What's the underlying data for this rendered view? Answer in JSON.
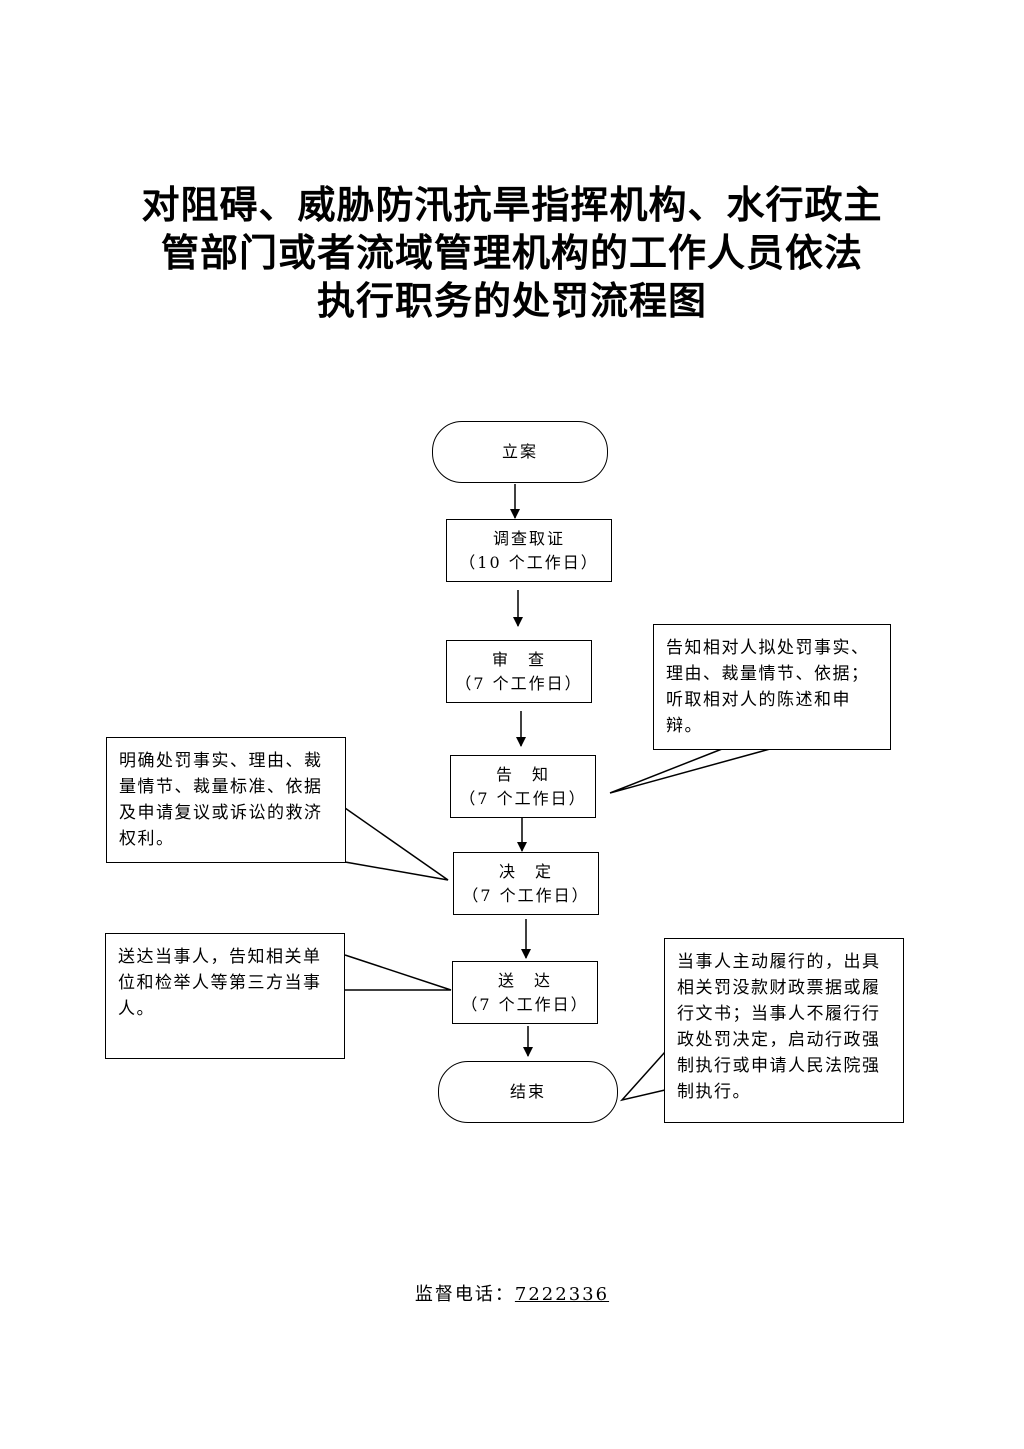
{
  "title": {
    "line1": "对阻碍、威胁防汛抗旱指挥机构、水行政主",
    "line2": "管部门或者流域管理机构的工作人员依法",
    "line3": "执行职务的处罚流程图"
  },
  "nodes": {
    "lian": {
      "label": "立案"
    },
    "diaocha": {
      "label": "调查取证",
      "days": "（10 个工作日）"
    },
    "shencha": {
      "label": "审　查",
      "days": "（7 个工作日）"
    },
    "gaozhi": {
      "label": "告　知",
      "days": "（7 个工作日）"
    },
    "jueding": {
      "label": "决　定",
      "days": "（7 个工作日）"
    },
    "songda": {
      "label": "送　达",
      "days": "（7 个工作日）"
    },
    "jieshu": {
      "label": "结束"
    }
  },
  "notes": {
    "notify_right": "告知相对人拟处罚事实、理由、裁量情节、依据；听取相对人的陈述和申辩。",
    "decide_left": "明确处罚事实、理由、裁量情节、裁量标准、依据及申请复议或诉讼的救济权利。",
    "deliver_left": "送达当事人，告知相关单位和检举人等第三方当事人。",
    "end_right": "当事人主动履行的，出具相关罚没款财政票据或履行文书；当事人不履行行政处罚决定，启动行政强制执行或申请人民法院强制执行。"
  },
  "footer": {
    "hotline_label": "监督电话：",
    "hotline_number": "7222336"
  }
}
